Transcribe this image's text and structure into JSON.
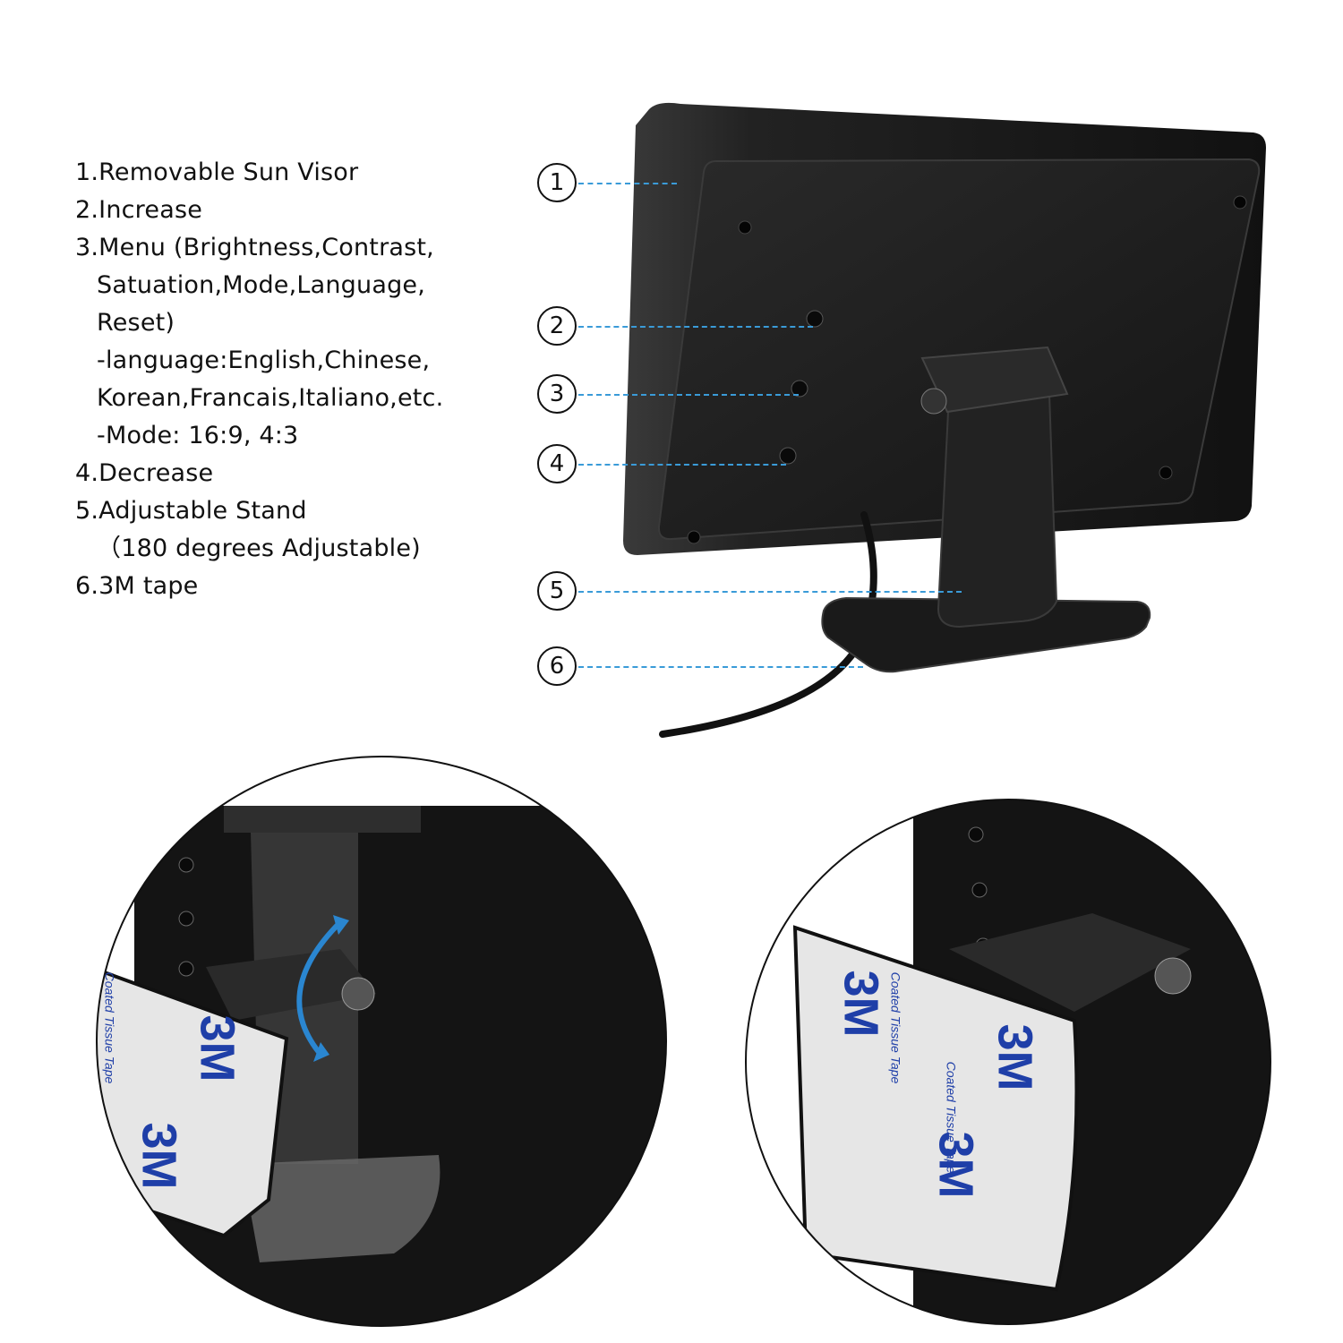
{
  "legend": {
    "items": [
      {
        "lines": [
          "1.Removable Sun Visor"
        ]
      },
      {
        "lines": [
          "2.Increase"
        ]
      },
      {
        "lines": [
          "3.Menu (Brightness,Contrast,",
          "Satuation,Mode,Language,",
          "Reset)",
          "-language:English,Chinese,",
          "Korean,Francais,Italiano,etc.",
          "-Mode: 16:9, 4:3"
        ]
      },
      {
        "lines": [
          "4.Decrease"
        ]
      },
      {
        "lines": [
          "5.Adjustable Stand",
          "（180 degrees Adjustable)"
        ]
      },
      {
        "lines": [
          "6.3M tape"
        ]
      }
    ]
  },
  "callouts": [
    {
      "label": "1"
    },
    {
      "label": "2"
    },
    {
      "label": "3"
    },
    {
      "label": "4"
    },
    {
      "label": "5"
    },
    {
      "label": "6"
    }
  ],
  "tape": {
    "brand": "3M",
    "print": "Coated Tissue Tape"
  },
  "colors": {
    "leader": "#3a9bd8",
    "arrow": "#2a86d0",
    "brand": "#1f3fa8",
    "monitor": "#1b1b1b"
  }
}
